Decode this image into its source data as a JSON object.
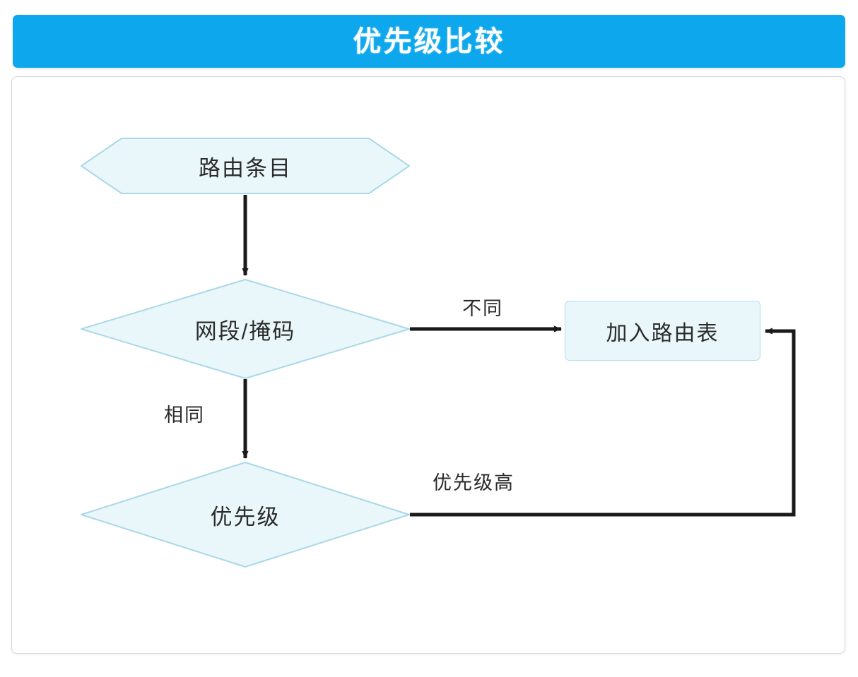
{
  "header": {
    "title": "优先级比较",
    "bar_color": "#0ca7ec",
    "title_color": "#ffffff"
  },
  "diagram": {
    "type": "flowchart",
    "node_fill": "#e9f7fa",
    "node_stroke": "#a9d8e8",
    "edge_color": "#1a1a1a",
    "nodes": [
      {
        "id": "route-entry",
        "shape": "hexagon",
        "label": "路由条目"
      },
      {
        "id": "netmask",
        "shape": "diamond",
        "label": "网段/掩码"
      },
      {
        "id": "priority",
        "shape": "diamond",
        "label": "优先级"
      },
      {
        "id": "add-to-table",
        "shape": "rounded-rect",
        "label": "加入路由表"
      }
    ],
    "edges": [
      {
        "from": "route-entry",
        "to": "netmask",
        "label": "",
        "direction": "down"
      },
      {
        "from": "netmask",
        "to": "add-to-table",
        "label": "不同",
        "direction": "right"
      },
      {
        "from": "netmask",
        "to": "priority",
        "label": "相同",
        "direction": "down"
      },
      {
        "from": "priority",
        "to": "add-to-table",
        "label": "优先级高",
        "direction": "right-up"
      }
    ]
  }
}
